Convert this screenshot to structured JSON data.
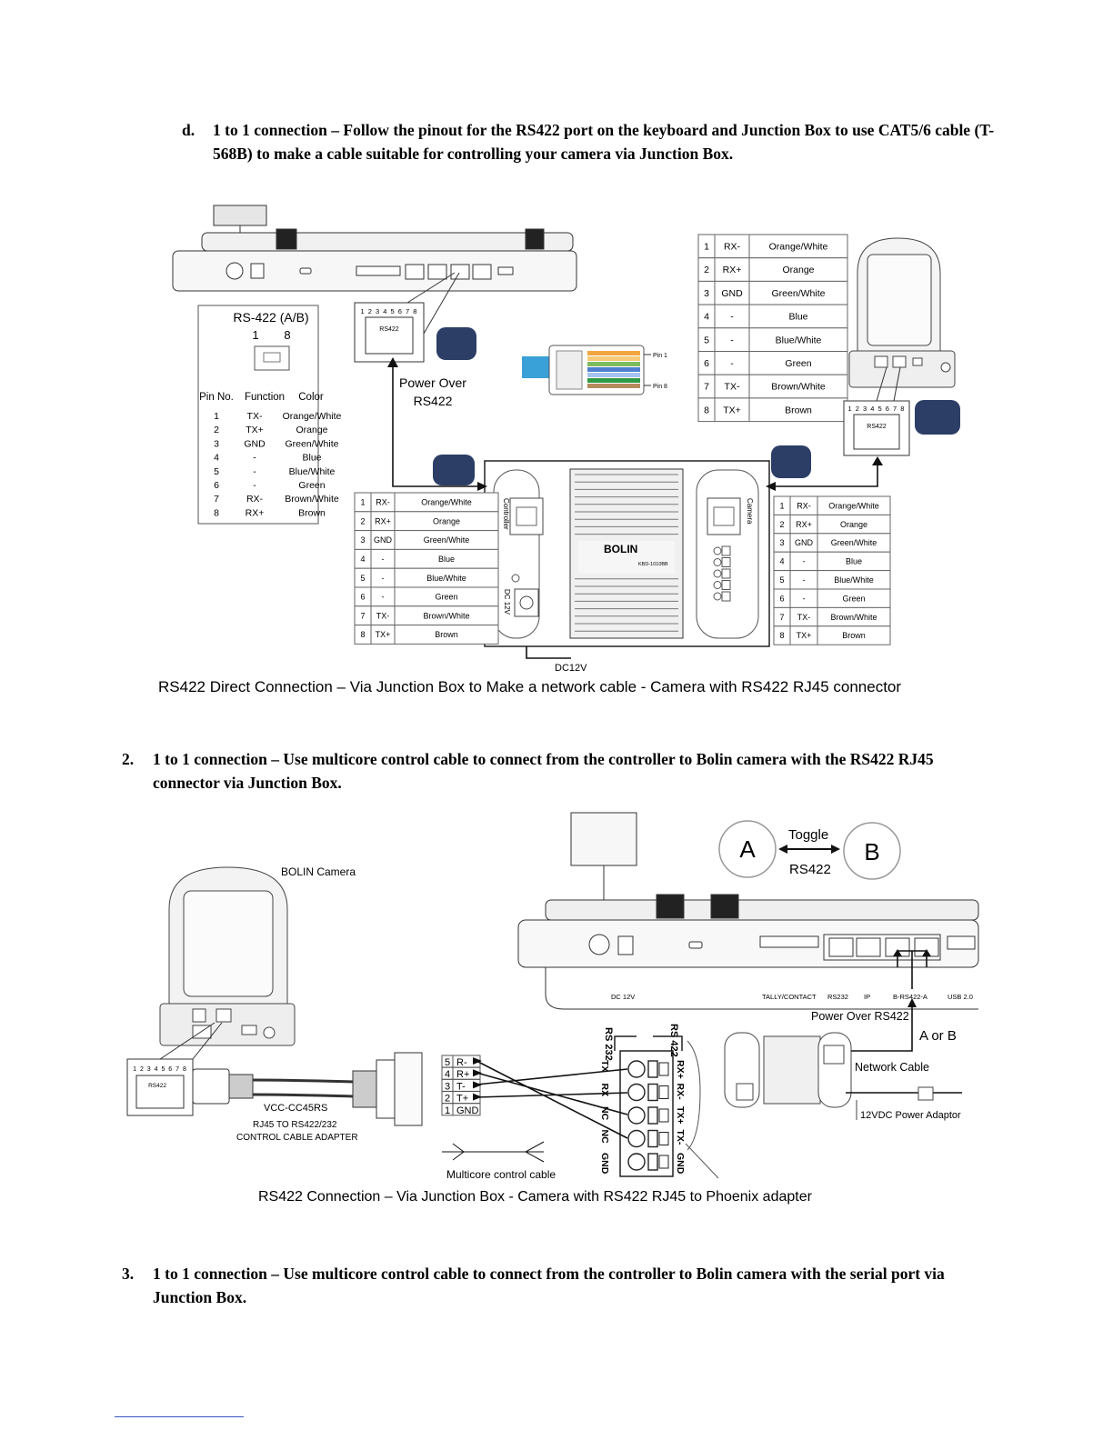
{
  "section_d": {
    "marker": "d.",
    "text": "1 to 1 connection – Follow the pinout for the RS422 port on the keyboard and Junction Box to use CAT5/6 cable (T-568B) to make a cable suitable for controlling your camera via Junction Box."
  },
  "fig1": {
    "caption": "RS422 Direct Connection – Via Junction Box to Make a network cable - Camera with RS422 RJ45 connector",
    "rs422_box": {
      "title": "RS-422 (A/B)",
      "pin_label_1": "1",
      "pin_label_8": "8",
      "headers": [
        "Pin No.",
        "Function",
        "Color"
      ],
      "rows": [
        [
          "1",
          "TX-",
          "Orange/White"
        ],
        [
          "2",
          "TX+",
          "Orange"
        ],
        [
          "3",
          "GND",
          "Green/White"
        ],
        [
          "4",
          "-",
          "Blue"
        ],
        [
          "5",
          "-",
          "Blue/White"
        ],
        [
          "6",
          "-",
          "Green"
        ],
        [
          "7",
          "RX-",
          "Brown/White"
        ],
        [
          "8",
          "RX+",
          "Brown"
        ]
      ]
    },
    "jack_pins": "1 2 3 4 5 6 7 8",
    "jack_label": "RS422",
    "power_over": "Power Over",
    "power_over_2": "RS422",
    "pin1_label": "Pin 1",
    "pin8_label": "Pin 8",
    "top_table": [
      [
        "1",
        "RX-",
        "Orange/White"
      ],
      [
        "2",
        "RX+",
        "Orange"
      ],
      [
        "3",
        "GND",
        "Green/White"
      ],
      [
        "4",
        "-",
        "Blue"
      ],
      [
        "5",
        "-",
        "Blue/White"
      ],
      [
        "6",
        "-",
        "Green"
      ],
      [
        "7",
        "TX-",
        "Brown/White"
      ],
      [
        "8",
        "TX+",
        "Brown"
      ]
    ],
    "left_table": [
      [
        "1",
        "RX-",
        "Orange/White"
      ],
      [
        "2",
        "RX+",
        "Orange"
      ],
      [
        "3",
        "GND",
        "Green/White"
      ],
      [
        "4",
        "-",
        "Blue"
      ],
      [
        "5",
        "-",
        "Blue/White"
      ],
      [
        "6",
        "-",
        "Green"
      ],
      [
        "7",
        "TX-",
        "Brown/White"
      ],
      [
        "8",
        "TX+",
        "Brown"
      ]
    ],
    "right_table": [
      [
        "1",
        "RX-",
        "Orange/White"
      ],
      [
        "2",
        "RX+",
        "Orange"
      ],
      [
        "3",
        "GND",
        "Green/White"
      ],
      [
        "4",
        "-",
        "Blue"
      ],
      [
        "5",
        "-",
        "Blue/White"
      ],
      [
        "6",
        "-",
        "Green"
      ],
      [
        "7",
        "TX-",
        "Brown/White"
      ],
      [
        "8",
        "TX+",
        "Brown"
      ]
    ],
    "jb_controller": "Controller",
    "jb_camera": "Camera",
    "jb_brand": "BOLIN",
    "jb_model": "KBD-1010BB",
    "jb_dc": "DC 12V",
    "dc12v": "DC12V"
  },
  "section_2": {
    "marker": "2.",
    "text": "1 to 1 connection – Use multicore control cable to connect from the controller to Bolin camera with the RS422 RJ45 connector via Junction Box."
  },
  "fig2": {
    "caption": "RS422 Connection – Via Junction Box - Camera with RS422 RJ45 to Phoenix adapter",
    "camera_label": "BOLIN  Camera",
    "toggle": "Toggle",
    "toggle_a": "A",
    "toggle_b": "B",
    "toggle_rs422": "RS422",
    "adapter_model": "VCC-CC45RS",
    "adapter_desc_1": "RJ45 TO RS422/232",
    "adapter_desc_2": "CONTROL CABLE ADAPTER",
    "multicore": "Multicore control cable",
    "power_over": "Power Over RS422",
    "a_or_b": "A or B",
    "network_cable": "Network Cable",
    "power_adaptor": "12VDC Power Adaptor",
    "kb_ports": [
      "DC 12V",
      "TALLY/CONTACT",
      "RS232",
      "IP",
      "B-RS422-A",
      "USB 2.0"
    ],
    "phoenix_pins": [
      [
        "5",
        "R-"
      ],
      [
        "4",
        "R+"
      ],
      [
        "3",
        "T-"
      ],
      [
        "2",
        "T+"
      ],
      [
        "1",
        "GND"
      ]
    ],
    "terminal_left": [
      "TX",
      "RX",
      "NC",
      "NC",
      "GND"
    ],
    "terminal_right": [
      "RX+",
      "RX-",
      "TX+",
      "TX-",
      "GND"
    ],
    "terminal_header_left": "RS 232",
    "terminal_header_right": "RS 422"
  },
  "section_3": {
    "marker": "3.",
    "text": "1 to 1 connection – Use multicore control cable to connect from the controller to Bolin camera with the serial port via Junction Box."
  }
}
